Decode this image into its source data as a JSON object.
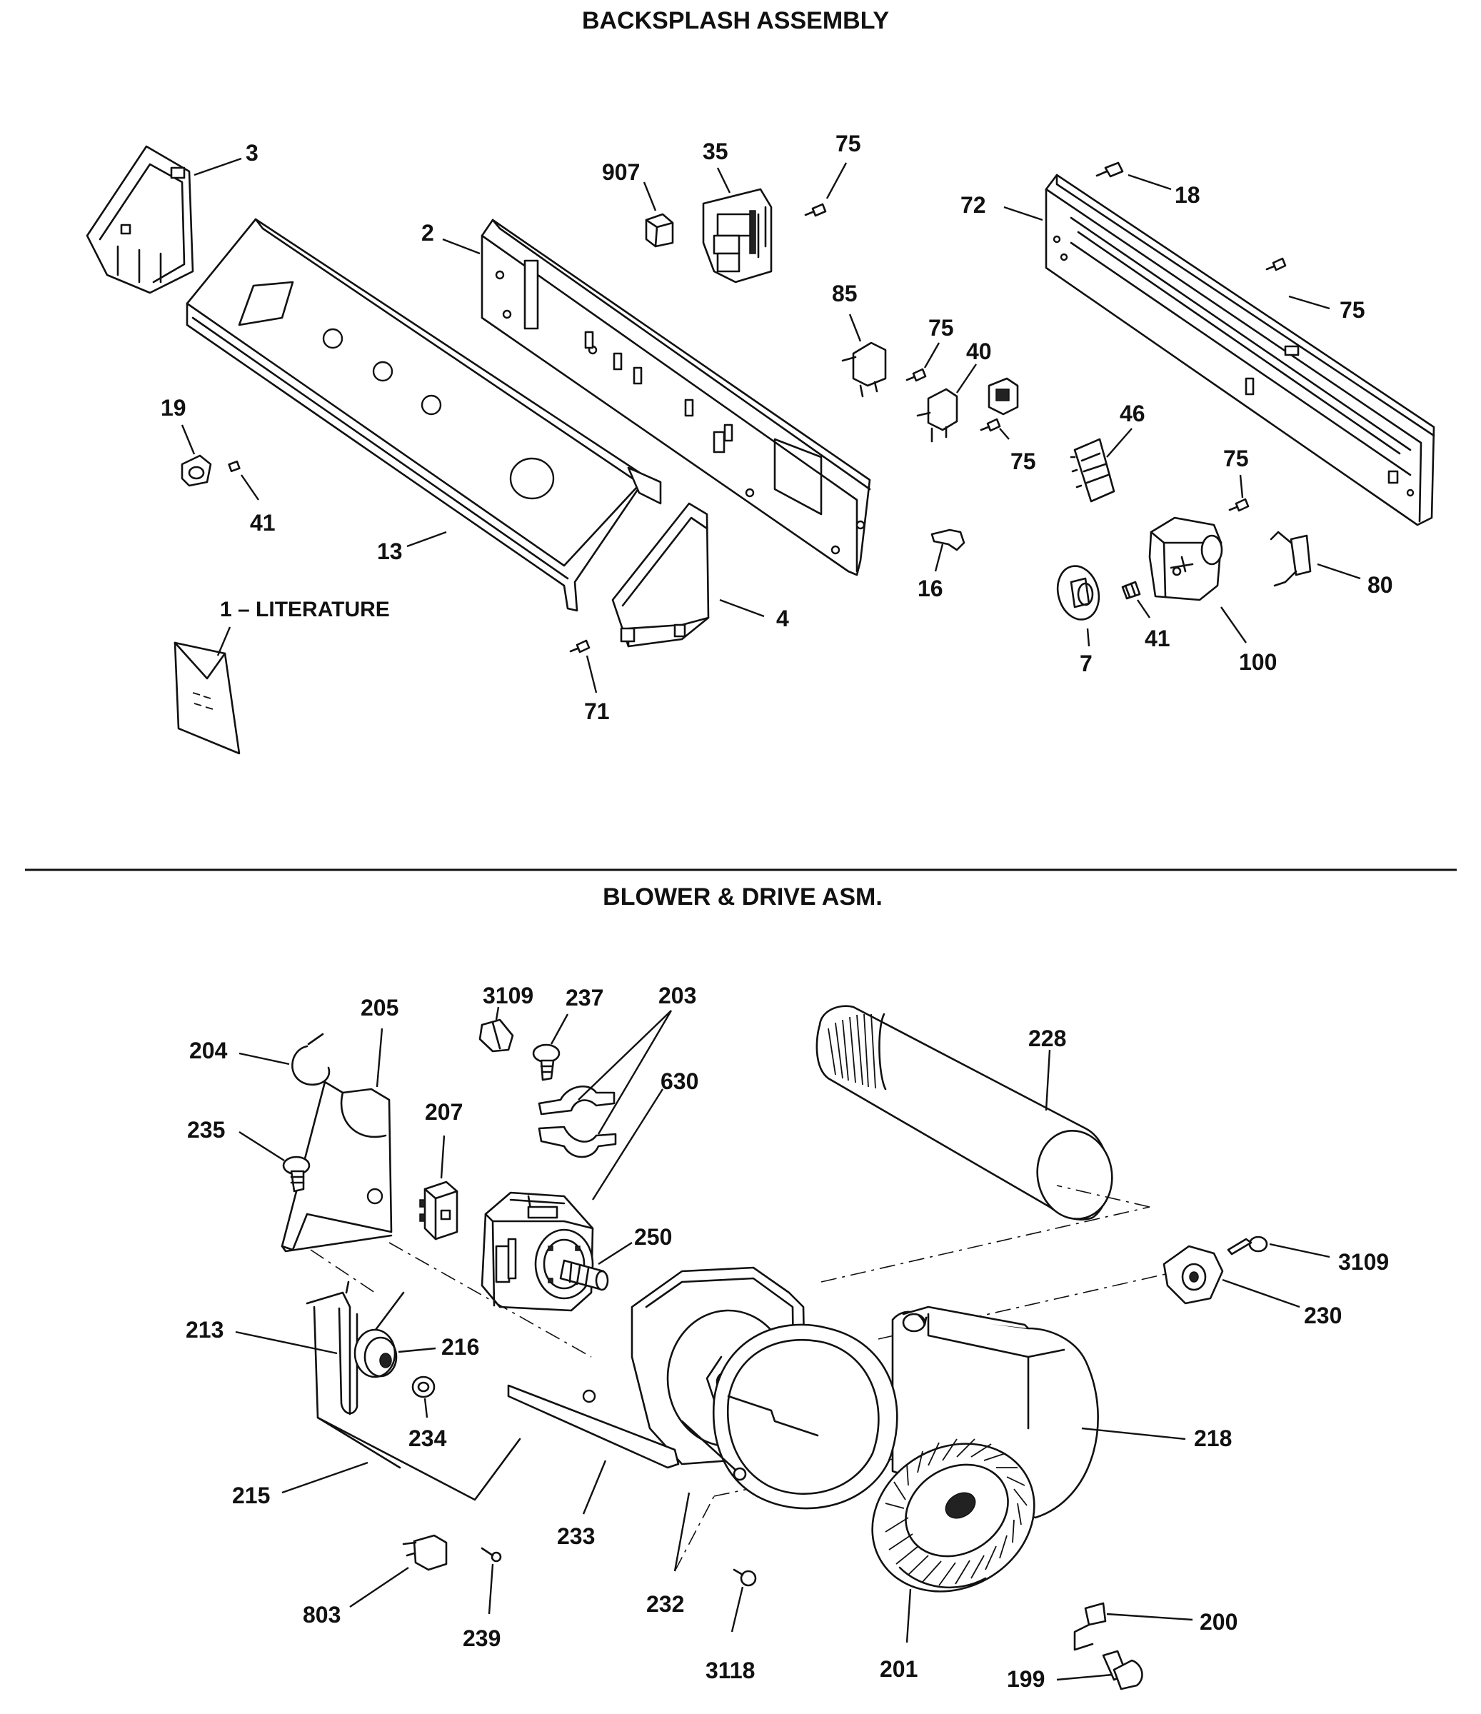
{
  "sections": {
    "backsplash_title": "BACKSPLASH ASSEMBLY",
    "blower_title": "BLOWER & DRIVE ASM."
  },
  "labels": {
    "l3": "3",
    "l907": "907",
    "l35": "35",
    "l75a": "75",
    "l18": "18",
    "l72": "72",
    "l2": "2",
    "l85": "85",
    "l75b": "75",
    "l40": "40",
    "l75c": "75",
    "l75d": "75",
    "l46": "46",
    "l75e": "75",
    "l19": "19",
    "l41a": "41",
    "l13": "13",
    "l16": "16",
    "l1": "1 – LITERATURE",
    "l4": "4",
    "l71": "71",
    "l7": "7",
    "l41b": "41",
    "l100": "100",
    "l80": "80",
    "l3109a": "3109",
    "l237": "237",
    "l203": "203",
    "l205": "205",
    "l204": "204",
    "l228": "228",
    "l630": "630",
    "l235": "235",
    "l207": "207",
    "l250": "250",
    "l3109b": "3109",
    "l230": "230",
    "l213": "213",
    "l216": "216",
    "l234": "234",
    "l218": "218",
    "l215": "215",
    "l233": "233",
    "l803": "803",
    "l239": "239",
    "l232": "232",
    "l3118": "3118",
    "l201": "201",
    "l200": "200",
    "l199": "199"
  }
}
